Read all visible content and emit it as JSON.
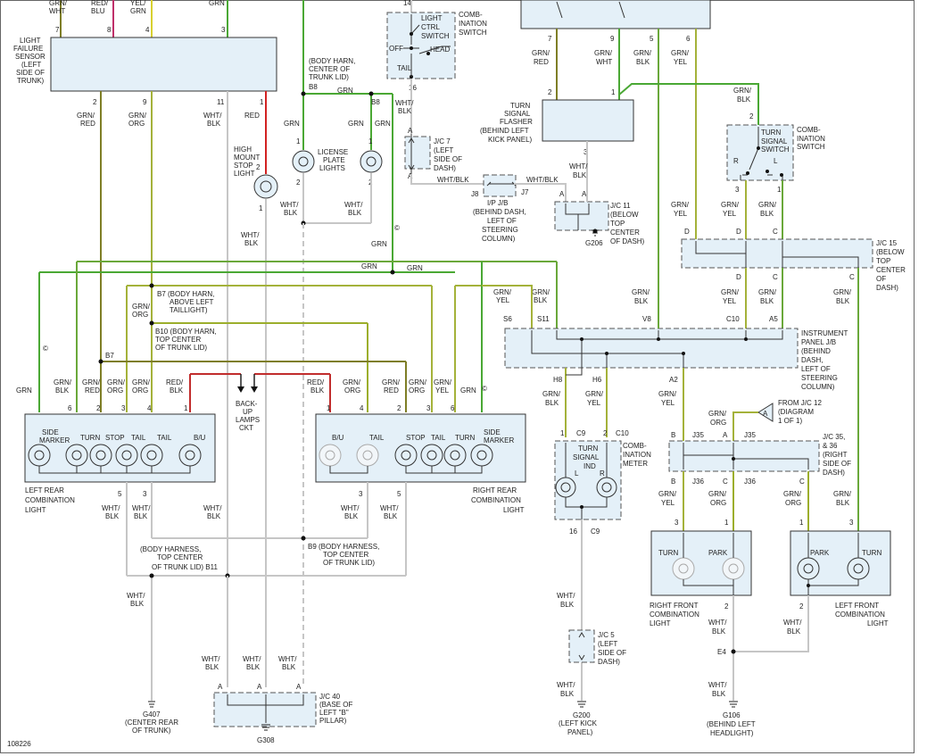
{
  "figure_id": "108226",
  "colors": {
    "grn_yel": "#7e7e26",
    "yel_grn": "#a4b23a",
    "grn": "#4aa834",
    "grn_blk": "#6aa83a",
    "red": "#d22222",
    "wht_blk": "#c6c6c6",
    "red_blk": "#c12d2d",
    "red_blu": "#c0306a"
  },
  "top_wires": [
    {
      "label1": "GRN/",
      "label2": "WHT",
      "pin": "7"
    },
    {
      "label1": "RED/",
      "label2": "BLU",
      "pin": "8"
    },
    {
      "label1": "YEL/",
      "label2": "GRN",
      "pin": "4"
    },
    {
      "label1": "GRN",
      "label2": "",
      "pin": "3"
    }
  ],
  "lfs": {
    "l1": "LIGHT",
    "l2": "FAILURE",
    "l3": "SENSOR",
    "l4": "(LEFT",
    "l5": "SIDE OF",
    "l6": "TRUNK)",
    "p2": "2",
    "p9": "9",
    "p11": "11",
    "p1": "1"
  },
  "lfs_out": [
    {
      "a": "GRN/",
      "b": "RED"
    },
    {
      "a": "GRN/",
      "b": "ORG"
    },
    {
      "a": "WHT/",
      "b": "BLK"
    },
    {
      "a": "RED",
      "b": ""
    }
  ],
  "body_harn_trunk": {
    "l1": "(BODY HARN,",
    "l2": "CENTER OF",
    "l3": "TRUNK LID)",
    "b8": "B8",
    "grn": "GRN"
  },
  "hmsl": {
    "l1": "HIGH",
    "l2": "MOUNT",
    "l3": "STOP",
    "l4": "LIGHT",
    "p2": "2",
    "p1": "1"
  },
  "license": {
    "l1": "LICENSE",
    "l2": "PLATE",
    "l3": "LIGHTS",
    "p1a": "1",
    "p2a": "2",
    "p1b": "1",
    "p2b": "2",
    "grn": "GRN",
    "wht": "WHT/",
    "blk": "BLK",
    "b8": "B8"
  },
  "light_ctrl": {
    "title1": "COMB-",
    "title2": "INATION",
    "title3": "SWITCH",
    "sw1": "LIGHT",
    "sw2": "CTRL",
    "sw3": "SWITCH",
    "off": "OFF",
    "head": "HEAD",
    "tail": "TAIL",
    "p14": "14",
    "p16": "16"
  },
  "jc7": {
    "l1": "J/C 7",
    "l2": "(LEFT",
    "l3": "SIDE OF",
    "l4": "DASH)",
    "a": "A",
    "a2": "A"
  },
  "ipjb": {
    "l1": "I/P J/B",
    "l2": "(BEHIND DASH,",
    "l3": "LEFT OF",
    "l4": "STEERING",
    "l5": "COLUMN)",
    "j8": "J8",
    "j7": "J7",
    "w1": "WHT/BLK",
    "w2": "WHT/BLK"
  },
  "jc11": {
    "l1": "J/C 11",
    "l2": "(BELOW",
    "l3": "TOP",
    "l4": "CENTER",
    "l5": "OF DASH)",
    "g": "G206",
    "a1": "A",
    "a2": "A"
  },
  "flasher": {
    "l1": "TURN",
    "l2": "SIGNAL",
    "l3": "FLASHER",
    "l4": "(BEHIND LEFT",
    "l5": "KICK PANEL)",
    "p2": "2",
    "p1": "1",
    "p3": "3"
  },
  "flasher_top": [
    {
      "a": "GRN/",
      "b": "RED",
      "pin": "7"
    },
    {
      "a": "GRN/",
      "b": "WHT",
      "pin": "9"
    },
    {
      "a": "GRN/",
      "b": "BLK",
      "pin": "5"
    },
    {
      "a": "GRN/",
      "b": "YEL",
      "pin": "6"
    }
  ],
  "ts_switch": {
    "title1": "COMB-",
    "title2": "INATION",
    "title3": "SWITCH",
    "s1": "TURN",
    "s2": "SIGNAL",
    "s3": "SWITCH",
    "r": "R",
    "l": "L",
    "p2": "2",
    "p3": "3",
    "p1": "1",
    "w": "GRN/",
    "wb": "BLK"
  },
  "jc15": {
    "l1": "J/C 15",
    "l2": "(BELOW",
    "l3": "TOP",
    "l4": "CENTER",
    "l5": "OF",
    "l6": "DASH)",
    "d1": "D",
    "d2": "D",
    "c1": "C",
    "d3": "D",
    "c2": "C",
    "c3": "C"
  },
  "ipjb2": {
    "l1": "INSTRUMENT",
    "l2": "PANEL J/B",
    "l3": "(BEHIND",
    "l4": "DASH,",
    "l5": "LEFT OF",
    "l6": "STEERING",
    "l7": "COLUMN)",
    "s6": "S6",
    "s11": "S11",
    "v8": "V8",
    "c10": "C10",
    "a5": "A5",
    "h8": "H8",
    "h6": "H6",
    "a2": "A2"
  },
  "comb_meter": {
    "l1": "COMB-",
    "l2": "INATION",
    "l3": "METER",
    "ti": "TURN",
    "t2": "SIGNAL",
    "t3": "IND",
    "l": "L",
    "r": "R",
    "c9": "C9",
    "c10": "C10",
    "c9b": "C9",
    "p1": "1",
    "p2": "2",
    "p16": "16"
  },
  "jc5": {
    "l1": "J/C 5",
    "l2": "(LEFT",
    "l3": "SIDE OF",
    "l4": "DASH)",
    "g": "G200",
    "g1": "(LEFT KICK",
    "g2": "PANEL)"
  },
  "jc12": {
    "l1": "FROM J/C 12",
    "l2": "(DIAGRAM",
    "l3": "1 OF 1)",
    "a": "A"
  },
  "jc35": {
    "l1": "J/C 35,",
    "l2": "& 36",
    "l3": "(RIGHT",
    "l4": "SIDE OF",
    "l5": "DASH)",
    "j35a": "J35",
    "j35b": "J35",
    "j36a": "J36",
    "j36b": "J36",
    "b1": "B",
    "a1": "A",
    "b2": "B",
    "c1": "C",
    "c2": "C"
  },
  "rfcl": {
    "l1": "RIGHT FRONT",
    "l2": "COMBINATION",
    "l3": "LIGHT",
    "turn": "TURN",
    "park": "PARK",
    "p3": "3",
    "p1": "1",
    "p2": "2"
  },
  "lfcl": {
    "l1": "LEFT FRONT",
    "l2": "COMBINATION",
    "l3": "LIGHT",
    "turn": "TURN",
    "park": "PARK",
    "p1": "1",
    "p3": "3",
    "p2": "2"
  },
  "g106": {
    "l1": "G106",
    "l2": "(BEHIND LEFT",
    "l3": "HEADLIGHT)",
    "e4": "E4"
  },
  "lrcl": {
    "l1": "LEFT REAR",
    "l2": "COMBINATION",
    "l3": "LIGHT",
    "side": "SIDE",
    "marker": "MARKER",
    "turn": "TURN",
    "stop": "STOP",
    "tail1": "TAIL",
    "tail2": "TAIL",
    "bu": "B/U",
    "p6": "6",
    "p2": "2",
    "p3": "3",
    "p4": "4",
    "p1": "1",
    "p5": "5",
    "p3b": "3"
  },
  "rrcl": {
    "l1": "RIGHT REAR",
    "l2": "COMBINATION",
    "l3": "LIGHT",
    "bu": "B/U",
    "tail": "TAIL",
    "stop": "STOP",
    "tail2": "TAIL",
    "turn": "TURN",
    "side": "SIDE",
    "marker": "MARKER",
    "p1": "1",
    "p4": "4",
    "p2": "2",
    "p3": "3",
    "p6": "6",
    "p3b": "3",
    "p5": "5"
  },
  "body_harn_left": {
    "b7l1": "B7 (BODY HARN,",
    "b7l2": "ABOVE LEFT",
    "b7l3": "TAILLIGHT)",
    "b10l1": "B10 (BODY HARN,",
    "b10l2": "TOP CENTER",
    "b10l3": "OF TRUNK LID)",
    "b7": "B7"
  },
  "backup": {
    "l1": "BACK-",
    "l2": "UP",
    "l3": "LAMPS",
    "l4": "CKT"
  },
  "b9": {
    "l1": "B9 (BODY HARNESS,",
    "l2": "TOP CENTER",
    "l3": "OF TRUNK LID)"
  },
  "b11": {
    "l1": "(BODY HARNESS,",
    "l2": "TOP CENTER",
    "l3": "OF TRUNK LID) B11"
  },
  "g407": {
    "l1": "G407",
    "l2": "(CENTER REAR",
    "l3": "OF TRUNK)"
  },
  "jc40": {
    "l1": "J/C 40",
    "l2": "(BASE OF",
    "l3": "LEFT \"B\"",
    "l4": "PILLAR)",
    "g": "G308",
    "a1": "A",
    "a2": "A",
    "a3": "A"
  }
}
